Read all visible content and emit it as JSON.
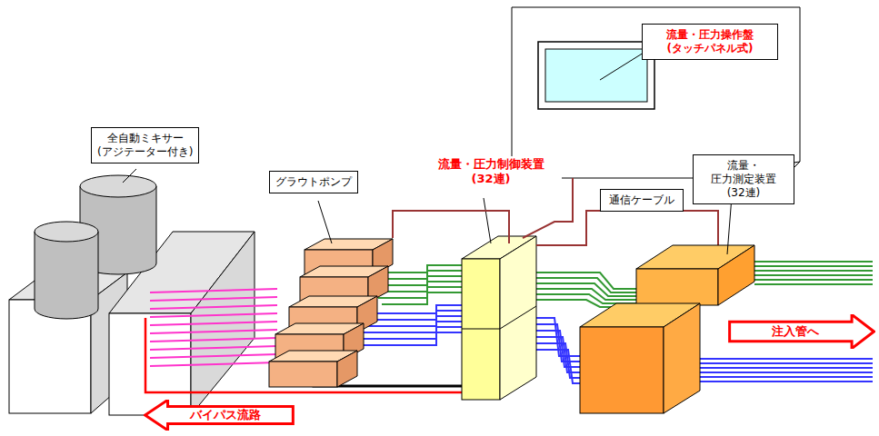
{
  "diagram": {
    "nodes": [
      {
        "text": [
          "全自動ミキサー (アジテーター付き)"
        ]
      },
      {
        "text": [
          "グラウトポンプ"
        ]
      },
      {
        "text": [
          "流量・圧力操作盤 (タッチパネル式)"
        ]
      },
      {
        "text": [
          "通信ケーブル"
        ]
      },
      {
        "text": [
          "流量・圧力測定装置 (32連)"
        ]
      },
      {
        "text": [
          "バイパス流路"
        ]
      },
      {
        "text": [
          "注入管へ"
        ]
      }
    ],
    "labels": [
      "流量・圧力制御装置 (32連)"
    ]
  }
}
